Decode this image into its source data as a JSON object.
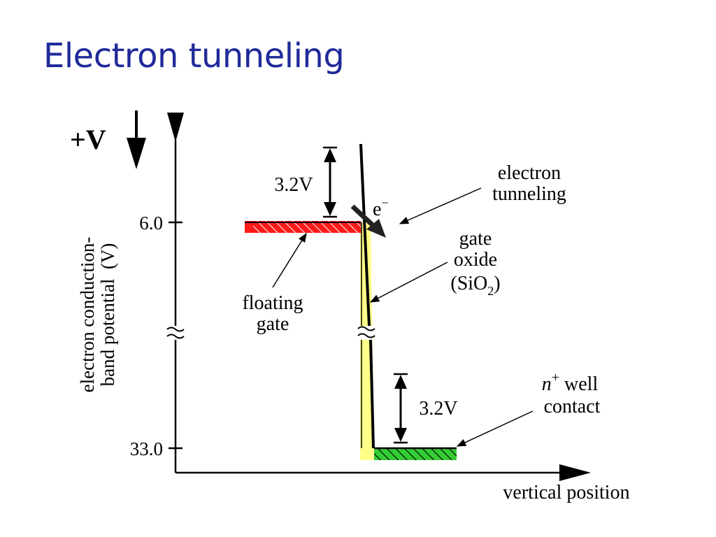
{
  "title": "Electron tunneling",
  "diagram": {
    "voltage_label": "+V",
    "y_axis_label_line1": "electron conduction-",
    "y_axis_label_line2": "band potential  (V)",
    "x_axis_label": "vertical position",
    "ticks": {
      "upper": "6.0",
      "lower": "33.0"
    },
    "upper_gap_label": "3.2V",
    "lower_gap_label": "3.2V",
    "electron_symbol": "e",
    "electron_superscript": "−",
    "tunneling_label_line1": "electron",
    "tunneling_label_line2": "tunneling",
    "oxide_label_line1": "gate",
    "oxide_label_line2": "oxide",
    "oxide_label_line3_prefix": "(SiO",
    "oxide_label_line3_sub": "2",
    "oxide_label_line3_suffix": ")",
    "floating_gate_line1": "floating",
    "floating_gate_line2": "gate",
    "well_label_italic": "n",
    "well_label_sup": "+",
    "well_label_rest": " well",
    "well_label_line2": "contact",
    "colors": {
      "floating_gate": "#ff1a1a",
      "gate_oxide": "#ffff88",
      "well_contact": "#33cc33",
      "title": "#1f2a9a"
    }
  }
}
